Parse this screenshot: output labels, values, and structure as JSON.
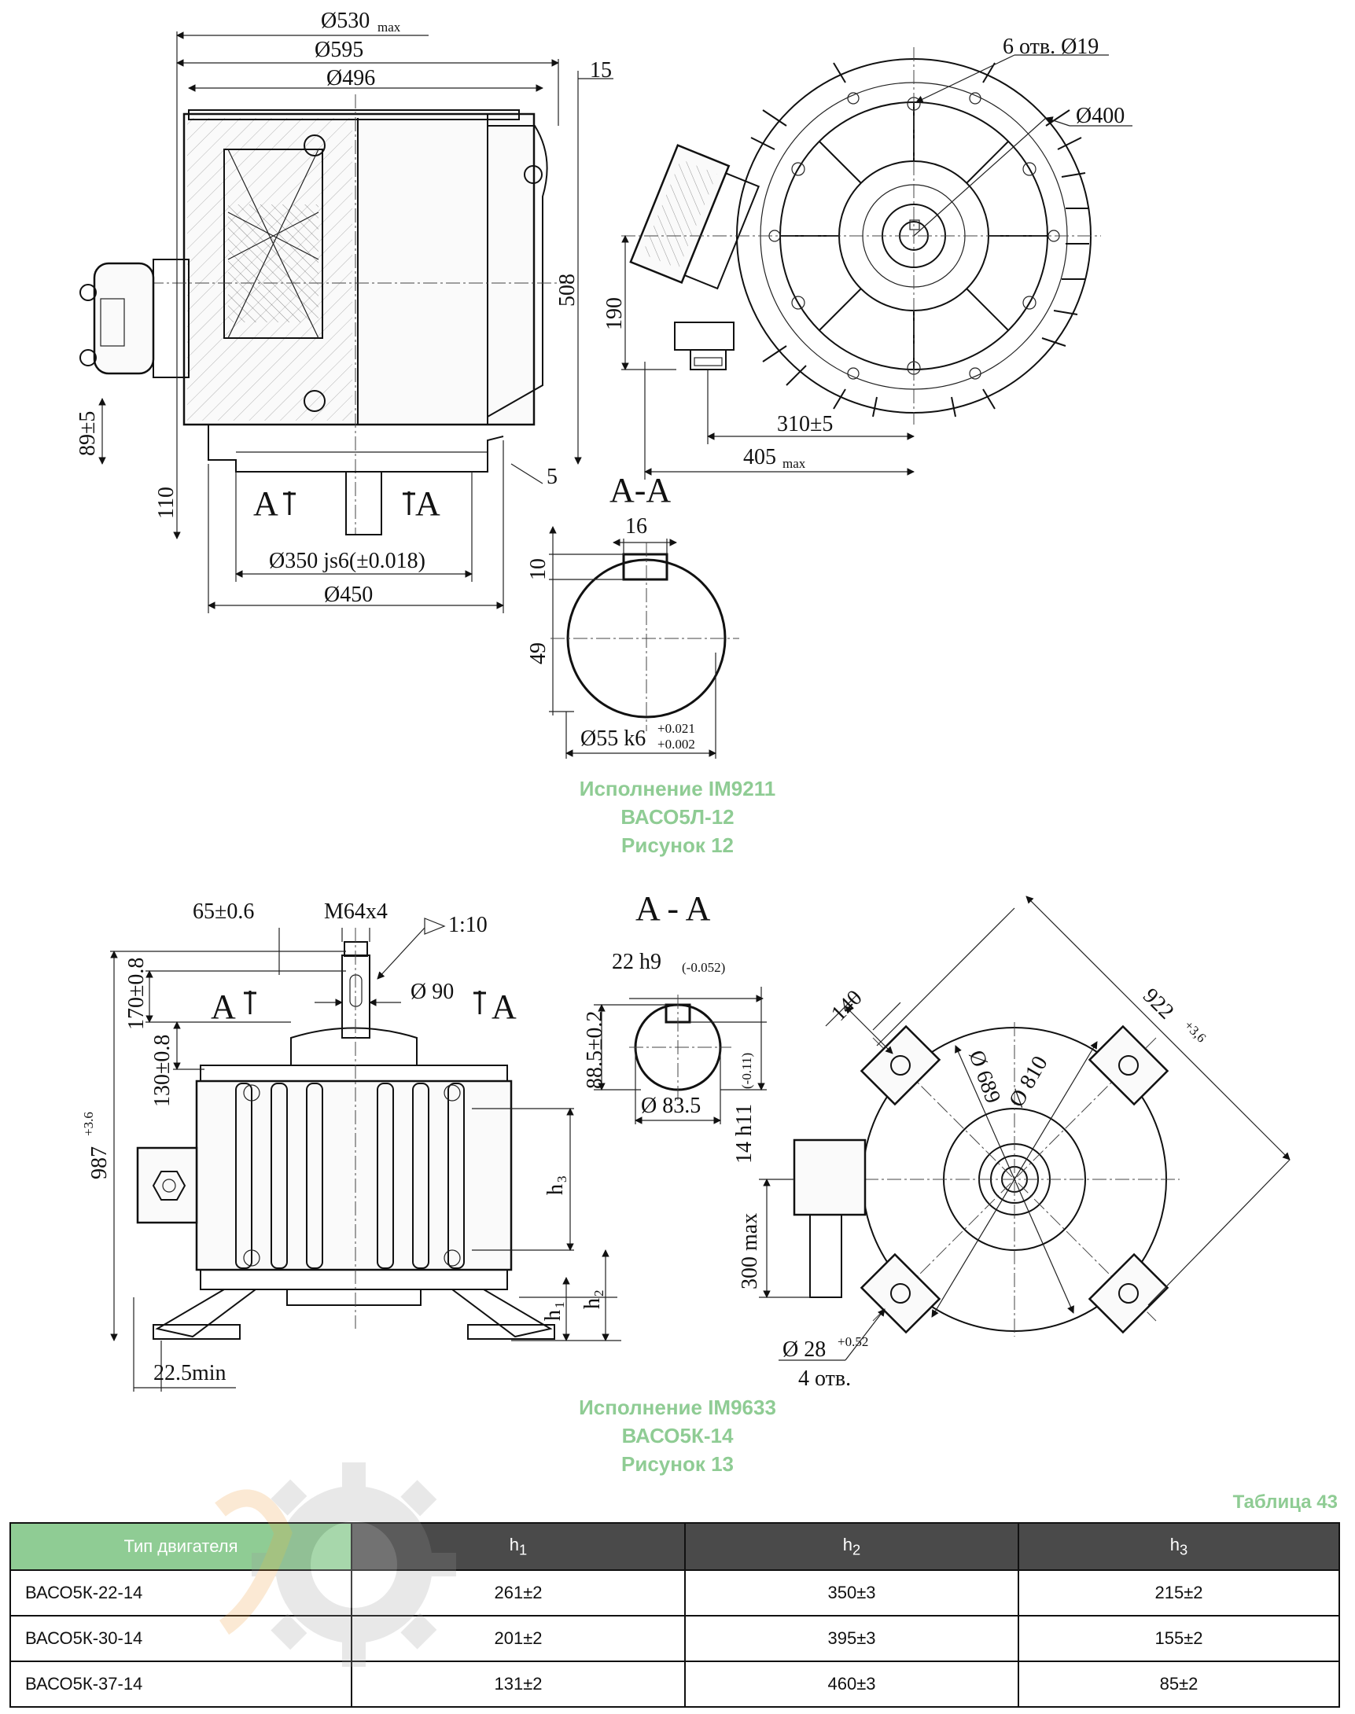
{
  "figure12": {
    "dims": {
      "d530": "Ø530",
      "d530_sub": "max",
      "d595": "Ø595",
      "d496": "Ø496",
      "d15": "15",
      "d508": "508",
      "d89": "89±5",
      "d110": "110",
      "d5": "5",
      "d350": "Ø350 js6(±0.018)",
      "d450": "Ø450",
      "holes": "6 отв. Ø19",
      "d400": "Ø400",
      "d190": "190",
      "d310": "310±5",
      "d405": "405",
      "d405_sub": "max",
      "d16": "16",
      "d10": "10",
      "d49": "49",
      "d55": "Ø55 k6",
      "d55_up": "+0.021",
      "d55_lo": "+0.002",
      "sec_left": "A",
      "sec_right": "A",
      "section_title": "A-A"
    },
    "caption": {
      "line1": "Исполнение IM9211",
      "line2": "ВАСО5Л-12",
      "line3": "Рисунок 12"
    }
  },
  "figure13": {
    "dims": {
      "d65": "65±0.6",
      "m64": "M64x4",
      "taper": "1:10",
      "d90": "Ø 90",
      "d170": "170±0.8",
      "d130": "130±0.8",
      "d987": "987",
      "d987_sup": "+3.6",
      "h3": "h",
      "h3_sub": "3",
      "h1": "h",
      "h1_sub": "1",
      "h2": "h",
      "h2_sub": "2",
      "d22_5": "22.5min",
      "sec_left": "A",
      "sec_right": "A",
      "section_title": "A - A",
      "d22": "22 h9",
      "d22_tol": "(-0.052)",
      "d88": "88.5±0.2",
      "d83": "Ø 83.5",
      "d14": "14 h11",
      "d14_tol": "(-0.11)",
      "d140": "140",
      "d922": "922",
      "d922_sup": "+3,6",
      "d689": "Ø 689",
      "d810": "Ø 810",
      "d300": "300 max",
      "d28": "Ø 28",
      "d28_sup": "+0.52",
      "holes4": "4 отв."
    },
    "caption": {
      "line1": "Исполнение IM9633",
      "line2": "ВАСО5К-14",
      "line3": "Рисунок 13"
    }
  },
  "table": {
    "title": "Таблица 43",
    "headers": {
      "type": "Тип двигателя",
      "h1": "h",
      "h1_sub": "1",
      "h2": "h",
      "h2_sub": "2",
      "h3": "h",
      "h3_sub": "3"
    },
    "rows": [
      {
        "type": "ВАСО5К-22-14",
        "h1": "261±2",
        "h2": "350±3",
        "h3": "215±2"
      },
      {
        "type": "ВАСО5К-30-14",
        "h1": "201±2",
        "h2": "395±3",
        "h3": "155±2"
      },
      {
        "type": "ВАСО5К-37-14",
        "h1": "131±2",
        "h2": "460±3",
        "h3": "85±2"
      }
    ]
  },
  "colors": {
    "caption_green": "#8fcc94",
    "header_dark": "#4a4a4a",
    "watermark_gray": "#9a9a9a",
    "watermark_orange": "#f0a040"
  }
}
